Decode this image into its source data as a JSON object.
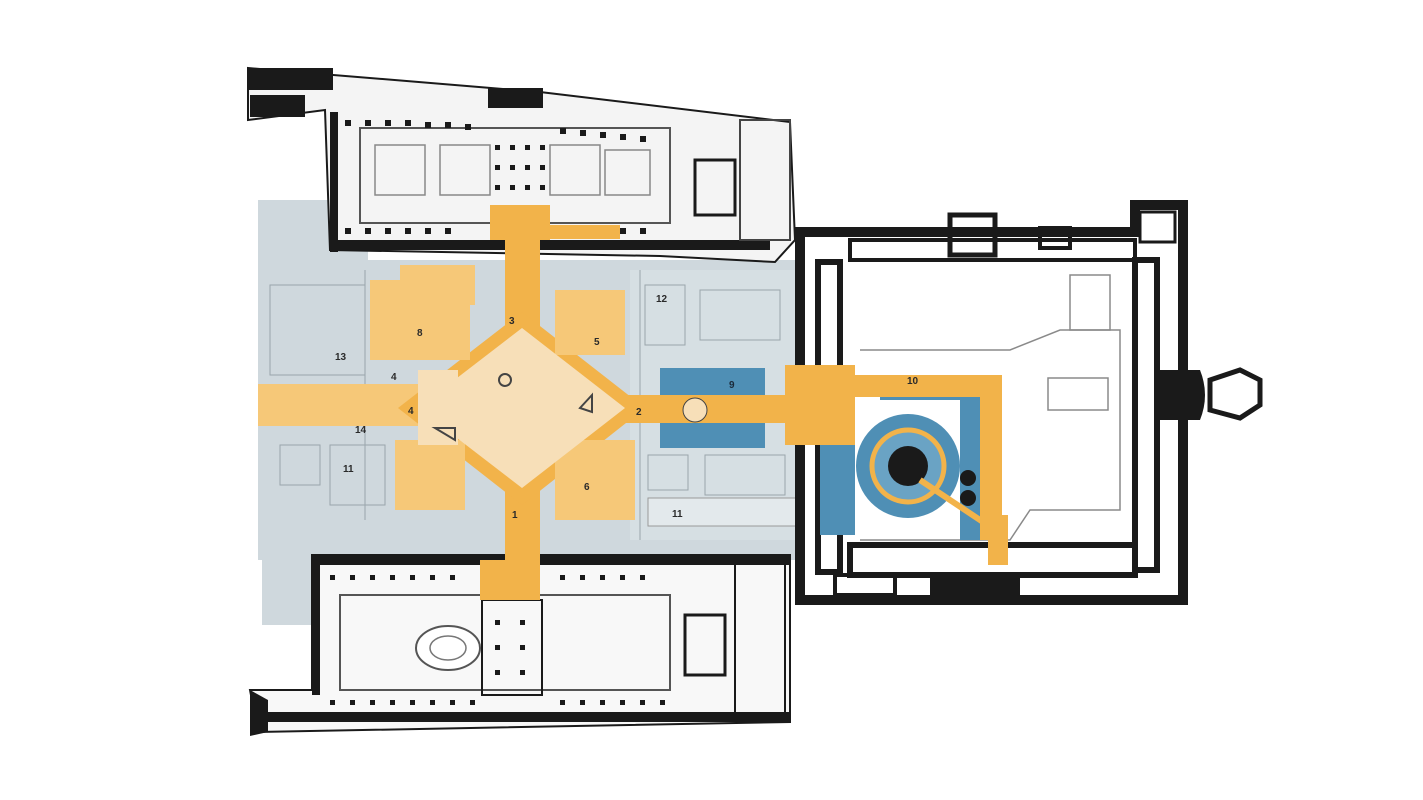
{
  "plan": {
    "labels": {
      "l1": "1",
      "l2": "2",
      "l3": "3",
      "l4": "4",
      "l4b": "4",
      "l5": "5",
      "l6": "6",
      "l8": "8",
      "l9": "9",
      "l10": "10",
      "l11a": "11",
      "l11b": "11",
      "l12": "12",
      "l13": "13",
      "l14": "14"
    },
    "colors": {
      "background": "#ffffff",
      "walls": "#1a1a1a",
      "light_walls": "#9a9a9a",
      "gray_zone": "#cfd8dd",
      "orange_circulation": "#f2b34a",
      "light_orange_halls": "#f6c878",
      "central_square": "#f7dfb8",
      "blue_zone": "#4f8fb5"
    }
  }
}
